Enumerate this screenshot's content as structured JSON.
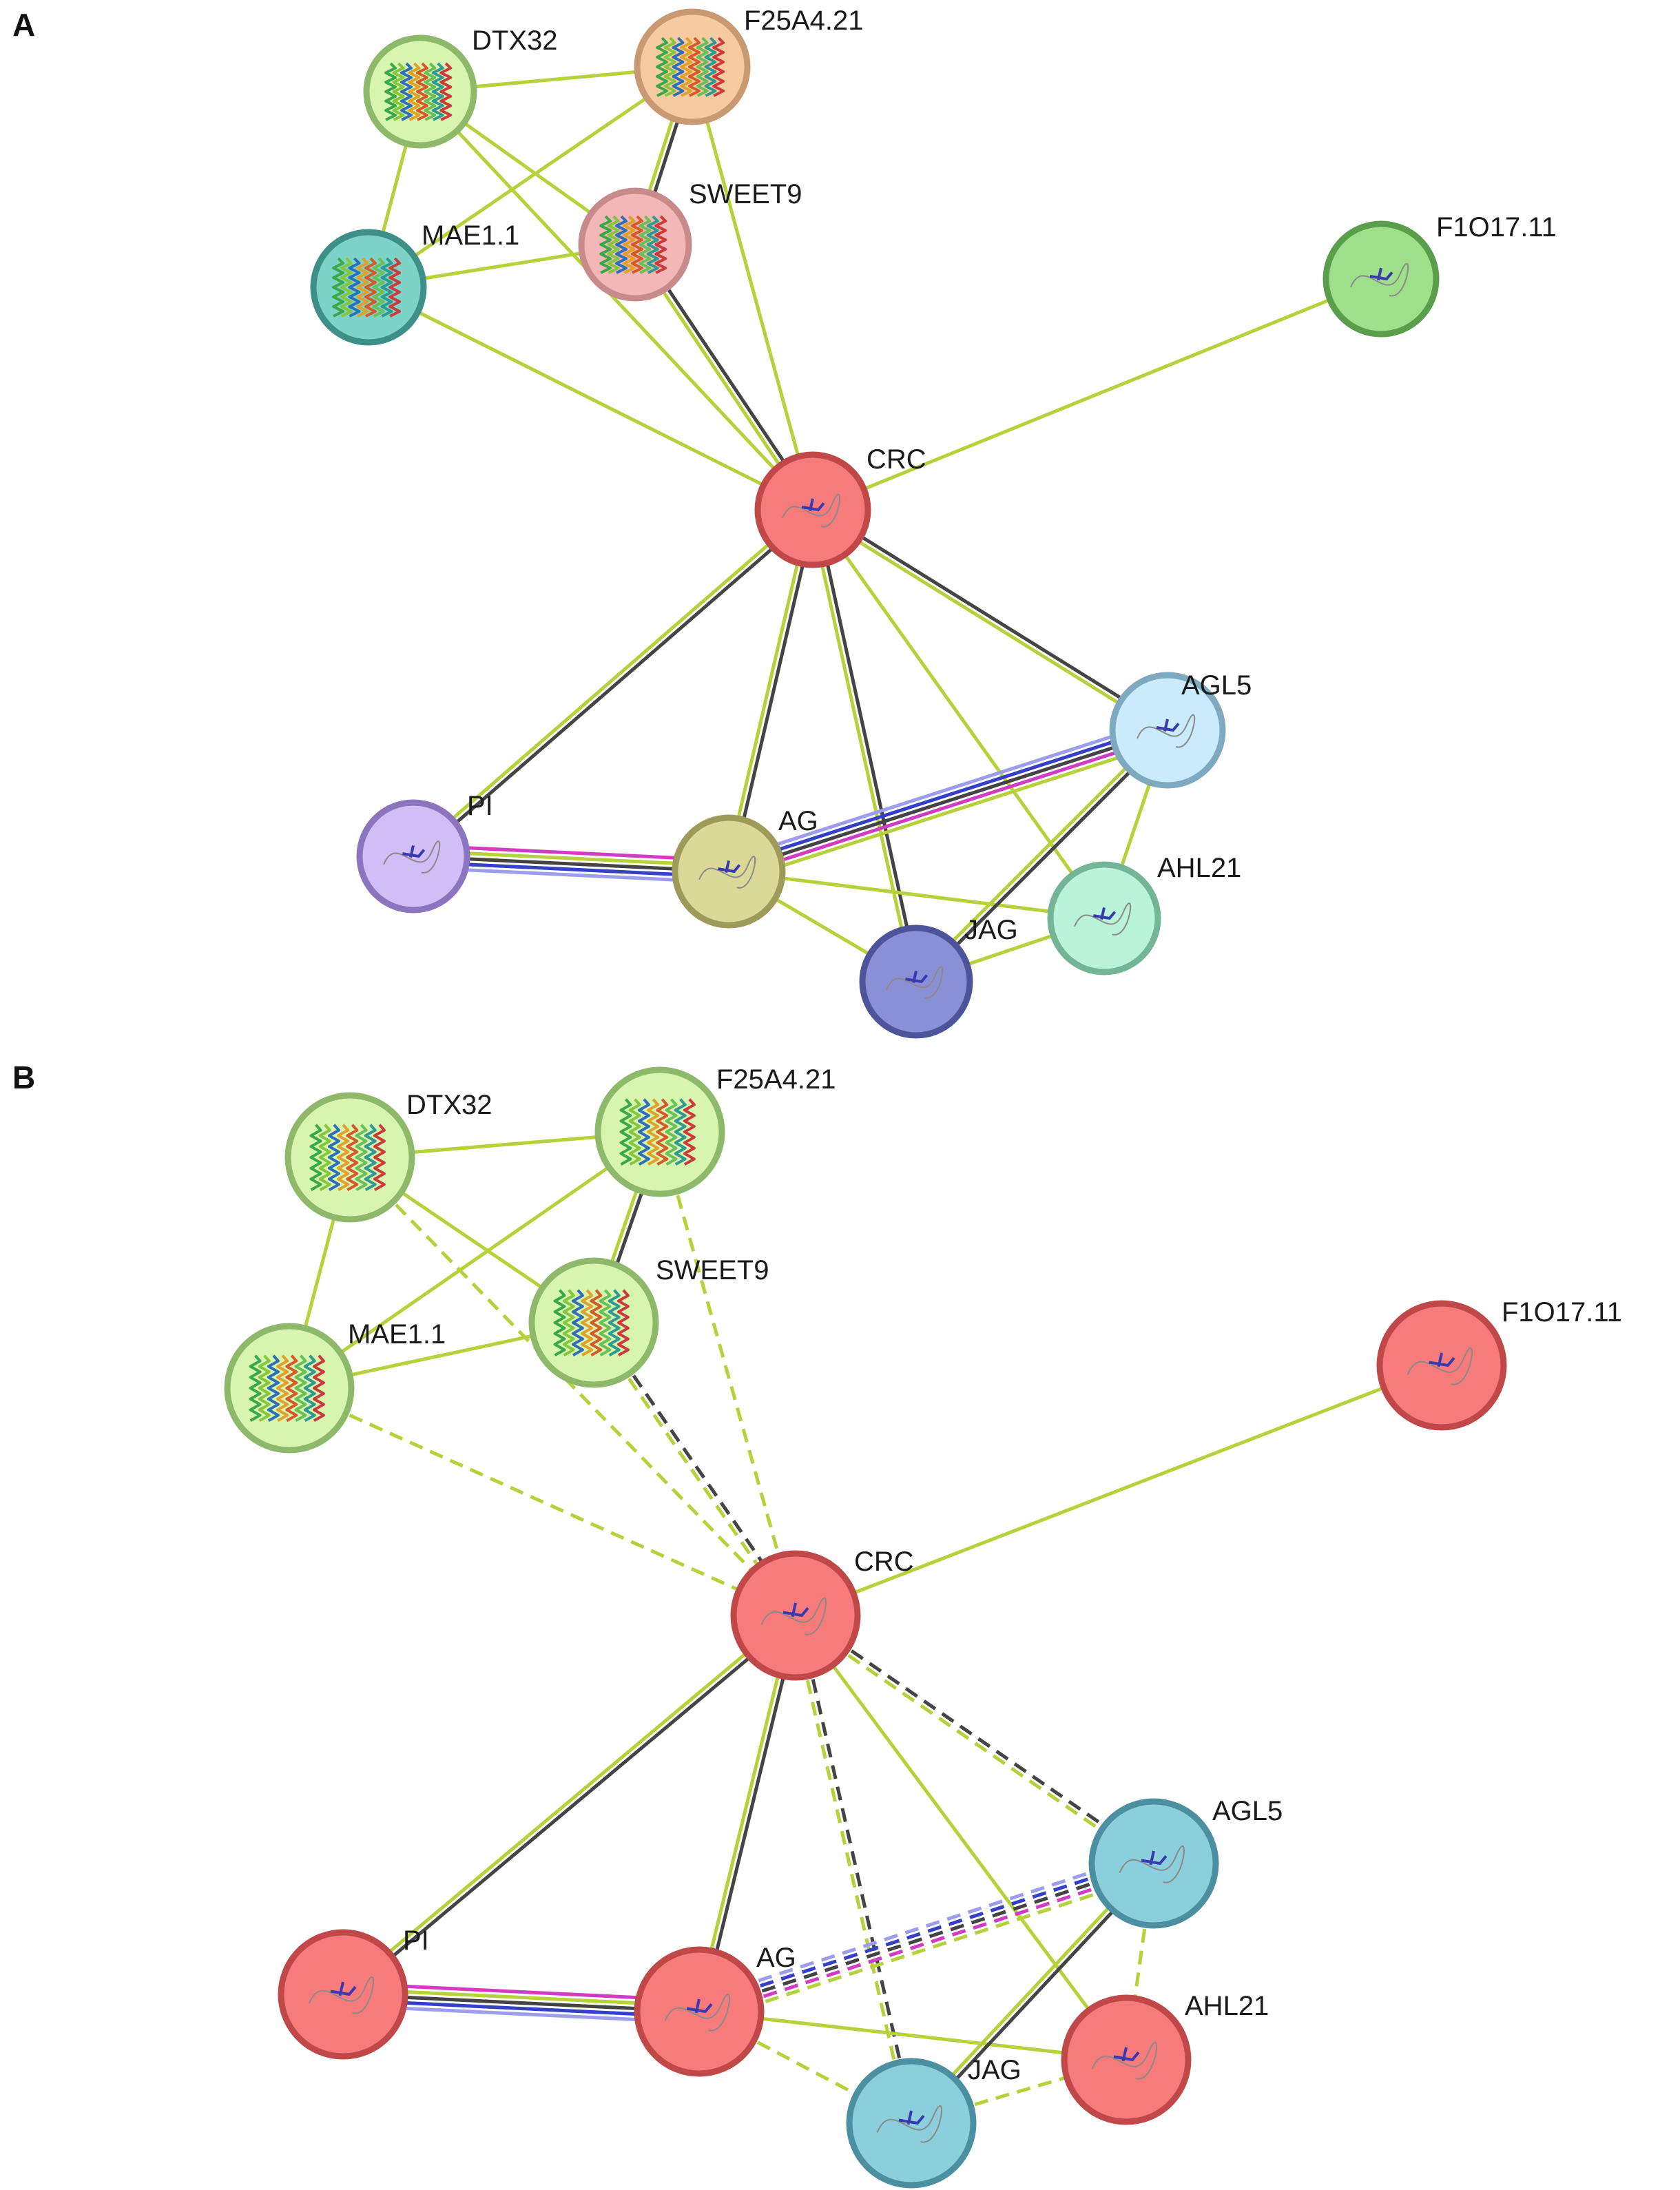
{
  "panels": [
    {
      "letter": "A",
      "nodes": [
        {
          "id": "DTX32",
          "label": "DTX32",
          "fill": "#d8f5b0",
          "stroke": "#8fb96a",
          "glyph": "structure"
        },
        {
          "id": "F25A4.21",
          "label": "F25A4.21",
          "fill": "#f6cba2",
          "stroke": "#c99a72",
          "glyph": "structure"
        },
        {
          "id": "SWEET9",
          "label": "SWEET9",
          "fill": "#f4b7b7",
          "stroke": "#c88a8a",
          "glyph": "structure"
        },
        {
          "id": "MAE1.1",
          "label": "MAE1.1",
          "fill": "#7dd3c8",
          "stroke": "#3e8f88",
          "glyph": "structure"
        },
        {
          "id": "F1O17.11",
          "label": "F1O17.11",
          "fill": "#9ee08a",
          "stroke": "#5a9e4c",
          "glyph": "coil"
        },
        {
          "id": "CRC",
          "label": "CRC",
          "fill": "#f77b7b",
          "stroke": "#c04848",
          "glyph": "coil"
        },
        {
          "id": "AGL5",
          "label": "AGL5",
          "fill": "#c9ebfb",
          "stroke": "#7fa9bf",
          "glyph": "coil"
        },
        {
          "id": "PI",
          "label": "PI",
          "fill": "#d2bdf7",
          "stroke": "#8c74be",
          "glyph": "coil"
        },
        {
          "id": "AG",
          "label": "AG",
          "fill": "#dad998",
          "stroke": "#9d9a5a",
          "glyph": "coil"
        },
        {
          "id": "AHL21",
          "label": "AHL21",
          "fill": "#b9f3d8",
          "stroke": "#74b596",
          "glyph": "coil"
        },
        {
          "id": "JAG",
          "label": "JAG",
          "fill": "#8a90d6",
          "stroke": "#4d5499",
          "glyph": "coil"
        }
      ],
      "edges": [
        {
          "from": "DTX32",
          "to": "F25A4.21",
          "colors": [
            "#b5d23a"
          ],
          "dashed": false
        },
        {
          "from": "DTX32",
          "to": "MAE1.1",
          "colors": [
            "#b5d23a"
          ],
          "dashed": false
        },
        {
          "from": "DTX32",
          "to": "SWEET9",
          "colors": [
            "#b5d23a"
          ],
          "dashed": false
        },
        {
          "from": "DTX32",
          "to": "CRC",
          "colors": [
            "#b5d23a"
          ],
          "dashed": false
        },
        {
          "from": "F25A4.21",
          "to": "SWEET9",
          "colors": [
            "#444444",
            "#b5d23a"
          ],
          "dashed": false
        },
        {
          "from": "F25A4.21",
          "to": "MAE1.1",
          "colors": [
            "#b5d23a"
          ],
          "dashed": false
        },
        {
          "from": "F25A4.21",
          "to": "CRC",
          "colors": [
            "#b5d23a"
          ],
          "dashed": false
        },
        {
          "from": "MAE1.1",
          "to": "SWEET9",
          "colors": [
            "#b5d23a"
          ],
          "dashed": false
        },
        {
          "from": "MAE1.1",
          "to": "CRC",
          "colors": [
            "#b5d23a"
          ],
          "dashed": false
        },
        {
          "from": "SWEET9",
          "to": "CRC",
          "colors": [
            "#444444",
            "#b5d23a"
          ],
          "dashed": false
        },
        {
          "from": "CRC",
          "to": "F1O17.11",
          "colors": [
            "#b5d23a"
          ],
          "dashed": false
        },
        {
          "from": "CRC",
          "to": "PI",
          "colors": [
            "#444444",
            "#b5d23a"
          ],
          "dashed": false
        },
        {
          "from": "CRC",
          "to": "AG",
          "colors": [
            "#444444",
            "#b5d23a"
          ],
          "dashed": false
        },
        {
          "from": "CRC",
          "to": "JAG",
          "colors": [
            "#444444",
            "#b5d23a"
          ],
          "dashed": false
        },
        {
          "from": "CRC",
          "to": "AGL5",
          "colors": [
            "#444444",
            "#b5d23a"
          ],
          "dashed": false
        },
        {
          "from": "CRC",
          "to": "AHL21",
          "colors": [
            "#b5d23a"
          ],
          "dashed": false
        },
        {
          "from": "PI",
          "to": "AG",
          "colors": [
            "#d23cc4",
            "#b5d23a",
            "#444444",
            "#3440c8",
            "#9d9dee"
          ],
          "dashed": false
        },
        {
          "from": "AG",
          "to": "AGL5",
          "colors": [
            "#9d9dee",
            "#3440c8",
            "#444444",
            "#d23cc4",
            "#b5d23a"
          ],
          "dashed": false
        },
        {
          "from": "AG",
          "to": "AHL21",
          "colors": [
            "#b5d23a"
          ],
          "dashed": false
        },
        {
          "from": "AG",
          "to": "JAG",
          "colors": [
            "#b5d23a"
          ],
          "dashed": false
        },
        {
          "from": "AGL5",
          "to": "JAG",
          "colors": [
            "#444444",
            "#b5d23a"
          ],
          "dashed": false
        },
        {
          "from": "AGL5",
          "to": "AHL21",
          "colors": [
            "#b5d23a"
          ],
          "dashed": false
        },
        {
          "from": "JAG",
          "to": "AHL21",
          "colors": [
            "#b5d23a"
          ],
          "dashed": false
        }
      ]
    },
    {
      "letter": "B",
      "nodes": [
        {
          "id": "DTX32",
          "label": "DTX32",
          "fill": "#d8f5b0",
          "stroke": "#8fb96a",
          "glyph": "structure"
        },
        {
          "id": "F25A4.21",
          "label": "F25A4.21",
          "fill": "#d8f5b0",
          "stroke": "#8fb96a",
          "glyph": "structure"
        },
        {
          "id": "SWEET9",
          "label": "SWEET9",
          "fill": "#d8f5b0",
          "stroke": "#8fb96a",
          "glyph": "structure"
        },
        {
          "id": "MAE1.1",
          "label": "MAE1.1",
          "fill": "#d8f5b0",
          "stroke": "#8fb96a",
          "glyph": "structure"
        },
        {
          "id": "F1O17.11",
          "label": "F1O17.11",
          "fill": "#f77b7b",
          "stroke": "#c04848",
          "glyph": "coil"
        },
        {
          "id": "CRC",
          "label": "CRC",
          "fill": "#f77b7b",
          "stroke": "#c04848",
          "glyph": "coil"
        },
        {
          "id": "AGL5",
          "label": "AGL5",
          "fill": "#8ccfdc",
          "stroke": "#4c8fa0",
          "glyph": "coil"
        },
        {
          "id": "PI",
          "label": "PI",
          "fill": "#f77b7b",
          "stroke": "#c04848",
          "glyph": "coil"
        },
        {
          "id": "AG",
          "label": "AG",
          "fill": "#f77b7b",
          "stroke": "#c04848",
          "glyph": "coil"
        },
        {
          "id": "AHL21",
          "label": "AHL21",
          "fill": "#f77b7b",
          "stroke": "#c04848",
          "glyph": "coil"
        },
        {
          "id": "JAG",
          "label": "JAG",
          "fill": "#8ccfdc",
          "stroke": "#4c8fa0",
          "glyph": "coil"
        }
      ],
      "edges": [
        {
          "from": "DTX32",
          "to": "F25A4.21",
          "colors": [
            "#b5d23a"
          ],
          "dashed": false
        },
        {
          "from": "DTX32",
          "to": "MAE1.1",
          "colors": [
            "#b5d23a"
          ],
          "dashed": false
        },
        {
          "from": "DTX32",
          "to": "SWEET9",
          "colors": [
            "#b5d23a"
          ],
          "dashed": false
        },
        {
          "from": "DTX32",
          "to": "CRC",
          "colors": [
            "#b5d23a"
          ],
          "dashed": true
        },
        {
          "from": "F25A4.21",
          "to": "SWEET9",
          "colors": [
            "#444444",
            "#b5d23a"
          ],
          "dashed": false
        },
        {
          "from": "F25A4.21",
          "to": "MAE1.1",
          "colors": [
            "#b5d23a"
          ],
          "dashed": false
        },
        {
          "from": "F25A4.21",
          "to": "CRC",
          "colors": [
            "#b5d23a"
          ],
          "dashed": true
        },
        {
          "from": "MAE1.1",
          "to": "SWEET9",
          "colors": [
            "#b5d23a"
          ],
          "dashed": false
        },
        {
          "from": "MAE1.1",
          "to": "CRC",
          "colors": [
            "#b5d23a"
          ],
          "dashed": true
        },
        {
          "from": "SWEET9",
          "to": "CRC",
          "colors": [
            "#444444",
            "#b5d23a"
          ],
          "dashed": true
        },
        {
          "from": "CRC",
          "to": "F1O17.11",
          "colors": [
            "#b5d23a"
          ],
          "dashed": false
        },
        {
          "from": "CRC",
          "to": "PI",
          "colors": [
            "#444444",
            "#b5d23a"
          ],
          "dashed": false
        },
        {
          "from": "CRC",
          "to": "AG",
          "colors": [
            "#444444",
            "#b5d23a"
          ],
          "dashed": false
        },
        {
          "from": "CRC",
          "to": "JAG",
          "colors": [
            "#444444",
            "#b5d23a"
          ],
          "dashed": true
        },
        {
          "from": "CRC",
          "to": "AGL5",
          "colors": [
            "#444444",
            "#b5d23a"
          ],
          "dashed": true
        },
        {
          "from": "CRC",
          "to": "AHL21",
          "colors": [
            "#b5d23a"
          ],
          "dashed": false
        },
        {
          "from": "PI",
          "to": "AG",
          "colors": [
            "#d23cc4",
            "#b5d23a",
            "#444444",
            "#3440c8",
            "#9d9dee"
          ],
          "dashed": false
        },
        {
          "from": "AG",
          "to": "AGL5",
          "colors": [
            "#9d9dee",
            "#3440c8",
            "#444444",
            "#d23cc4",
            "#b5d23a"
          ],
          "dashed": true
        },
        {
          "from": "AG",
          "to": "AHL21",
          "colors": [
            "#b5d23a"
          ],
          "dashed": false
        },
        {
          "from": "AG",
          "to": "JAG",
          "colors": [
            "#b5d23a"
          ],
          "dashed": true
        },
        {
          "from": "AGL5",
          "to": "JAG",
          "colors": [
            "#444444",
            "#b5d23a"
          ],
          "dashed": false
        },
        {
          "from": "AGL5",
          "to": "AHL21",
          "colors": [
            "#b5d23a"
          ],
          "dashed": true
        },
        {
          "from": "JAG",
          "to": "AHL21",
          "colors": [
            "#b5d23a"
          ],
          "dashed": true
        }
      ]
    }
  ]
}
